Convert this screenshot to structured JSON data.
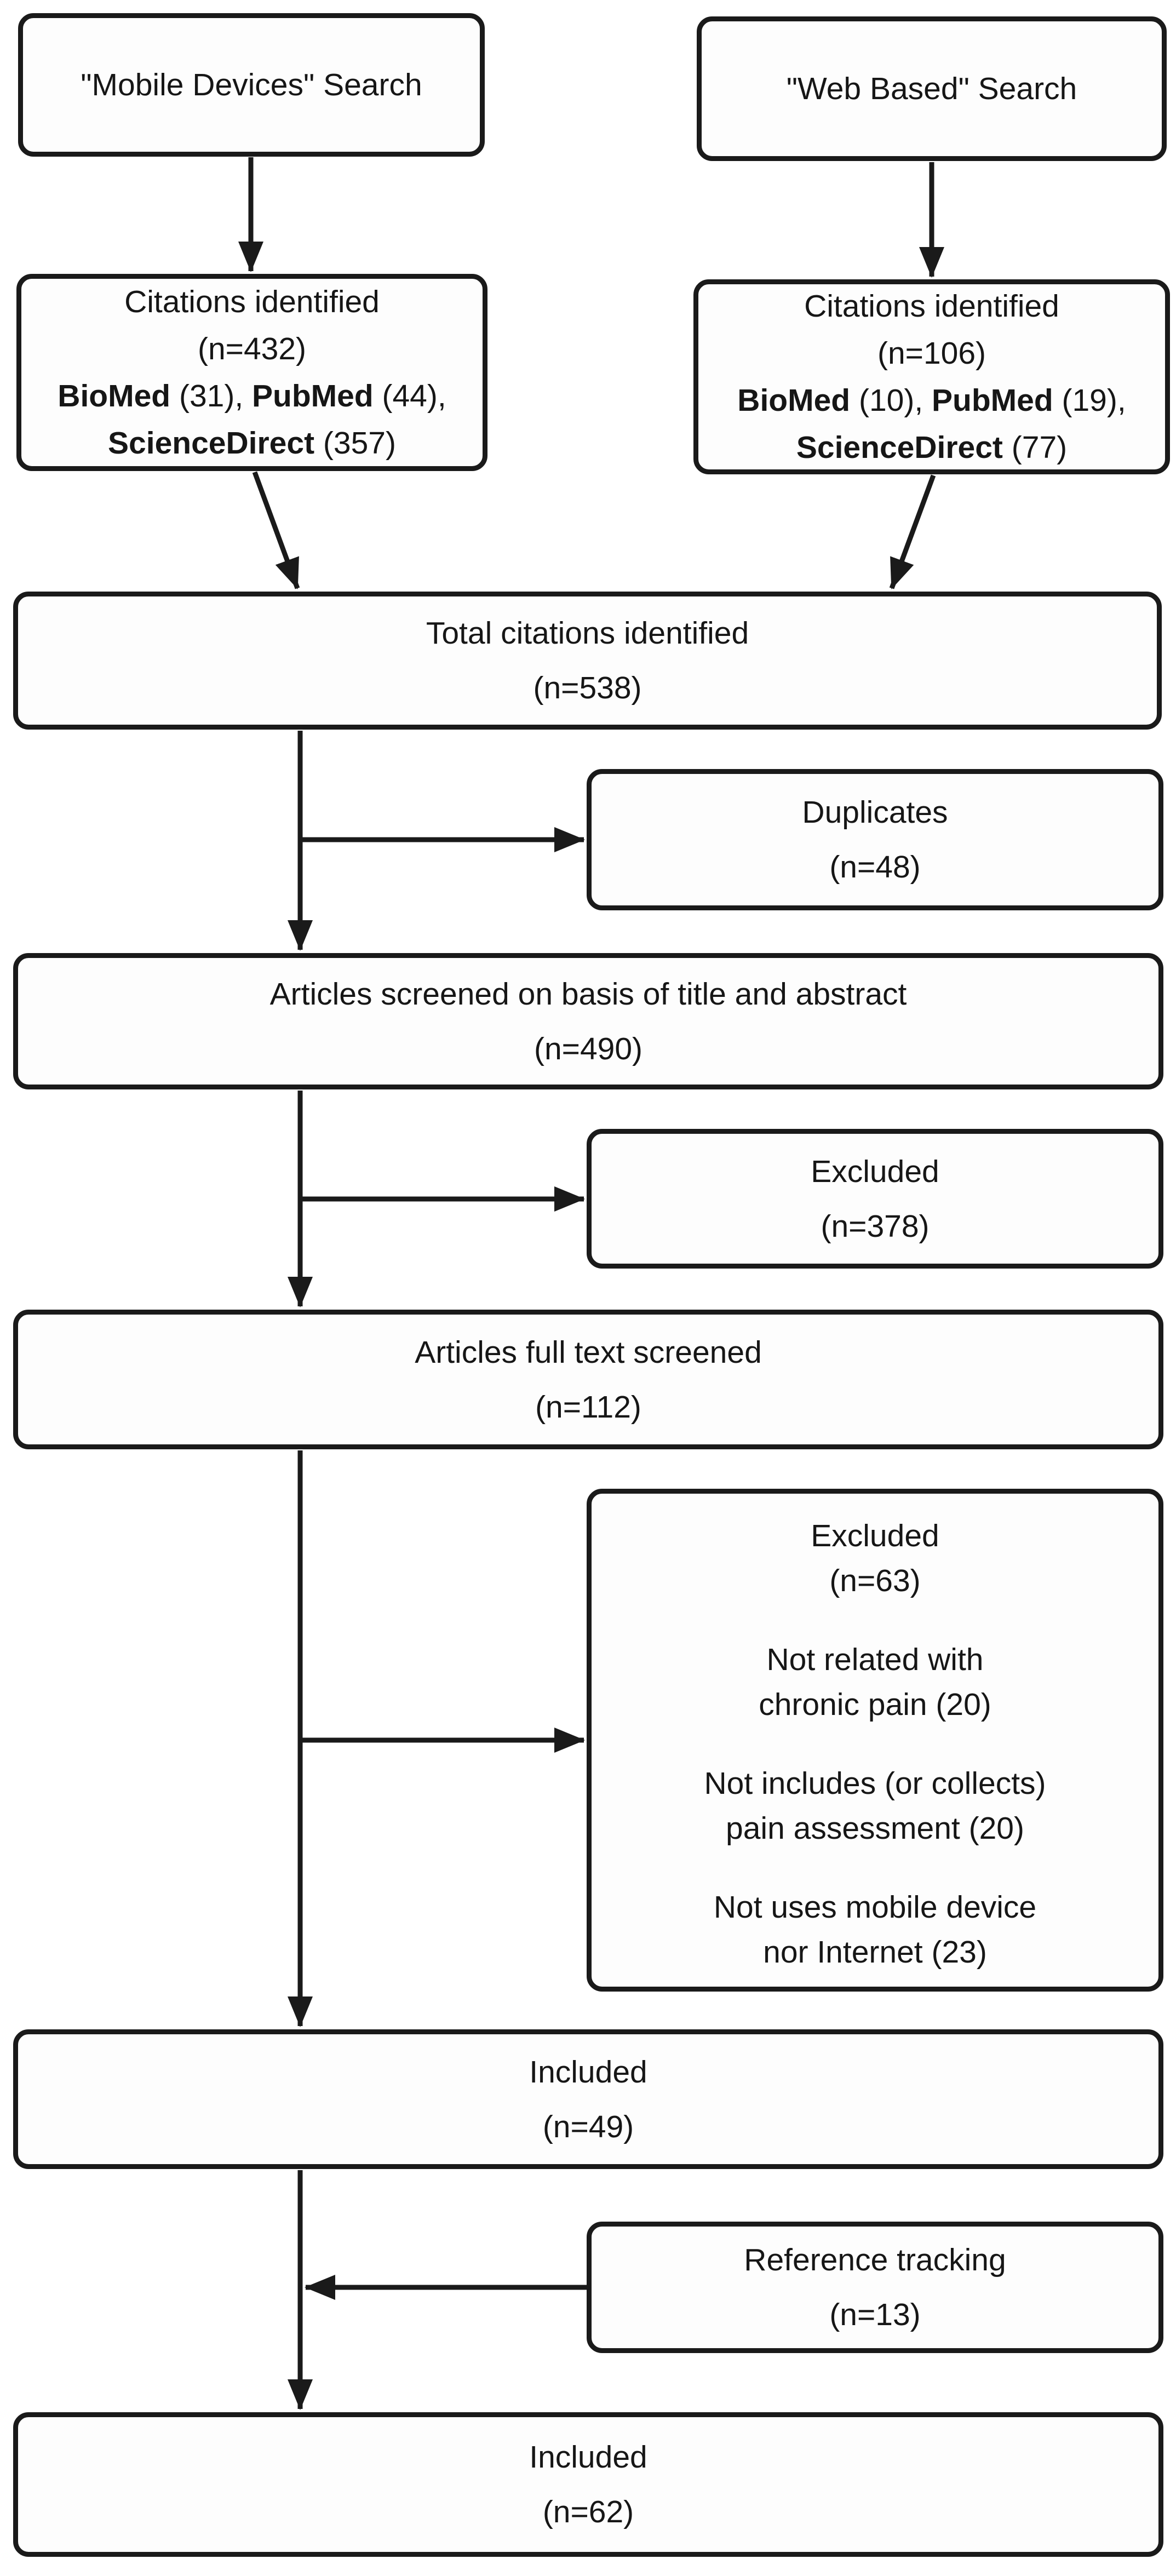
{
  "style": {
    "page_background": "#ffffff",
    "box_fill": "#fdfdfd",
    "box_border": "#1a1a1a",
    "line_color": "#1a1a1a"
  },
  "nodes": {
    "mobile_search": {
      "label": "\"Mobile Devices\" Search"
    },
    "web_search": {
      "label": "\"Web Based\" Search"
    },
    "citations_mobile": {
      "title": "Citations identified",
      "count": "(n=432)",
      "sources": [
        {
          "name": "BioMed",
          "tail": " (31), "
        },
        {
          "name": "PubMed",
          "tail": " (44),"
        },
        {
          "name": "ScienceDirect",
          "tail": " (357)"
        }
      ]
    },
    "citations_web": {
      "title": "Citations identified",
      "count": "(n=106)",
      "sources": [
        {
          "name": "BioMed",
          "tail": " (10), "
        },
        {
          "name": "PubMed",
          "tail": " (19),"
        },
        {
          "name": "ScienceDirect",
          "tail": " (77)"
        }
      ]
    },
    "total_citations": {
      "title": "Total citations identified",
      "count": "(n=538)"
    },
    "duplicates": {
      "title": "Duplicates",
      "count": "(n=48)"
    },
    "title_abstract_screen": {
      "title": "Articles screened on basis of title and abstract",
      "count": "(n=490)"
    },
    "excluded_title_abstract": {
      "title": "Excluded",
      "count": "(n=378)"
    },
    "full_text_screen": {
      "title": "Articles full text screened",
      "count": "(n=112)"
    },
    "excluded_full_text": {
      "title": "Excluded",
      "count": "(n=63)",
      "reasons": [
        {
          "line1": "Not related with",
          "line2": "chronic pain (20)"
        },
        {
          "line1": "Not includes (or collects)",
          "line2": "pain assessment (20)"
        },
        {
          "line1": "Not uses mobile device",
          "line2": "nor Internet (23)"
        }
      ]
    },
    "included_initial": {
      "title": "Included",
      "count": "(n=49)"
    },
    "reference_tracking": {
      "title": "Reference tracking",
      "count": "(n=13)"
    },
    "included_final": {
      "title": "Included",
      "count": "(n=62)"
    }
  }
}
